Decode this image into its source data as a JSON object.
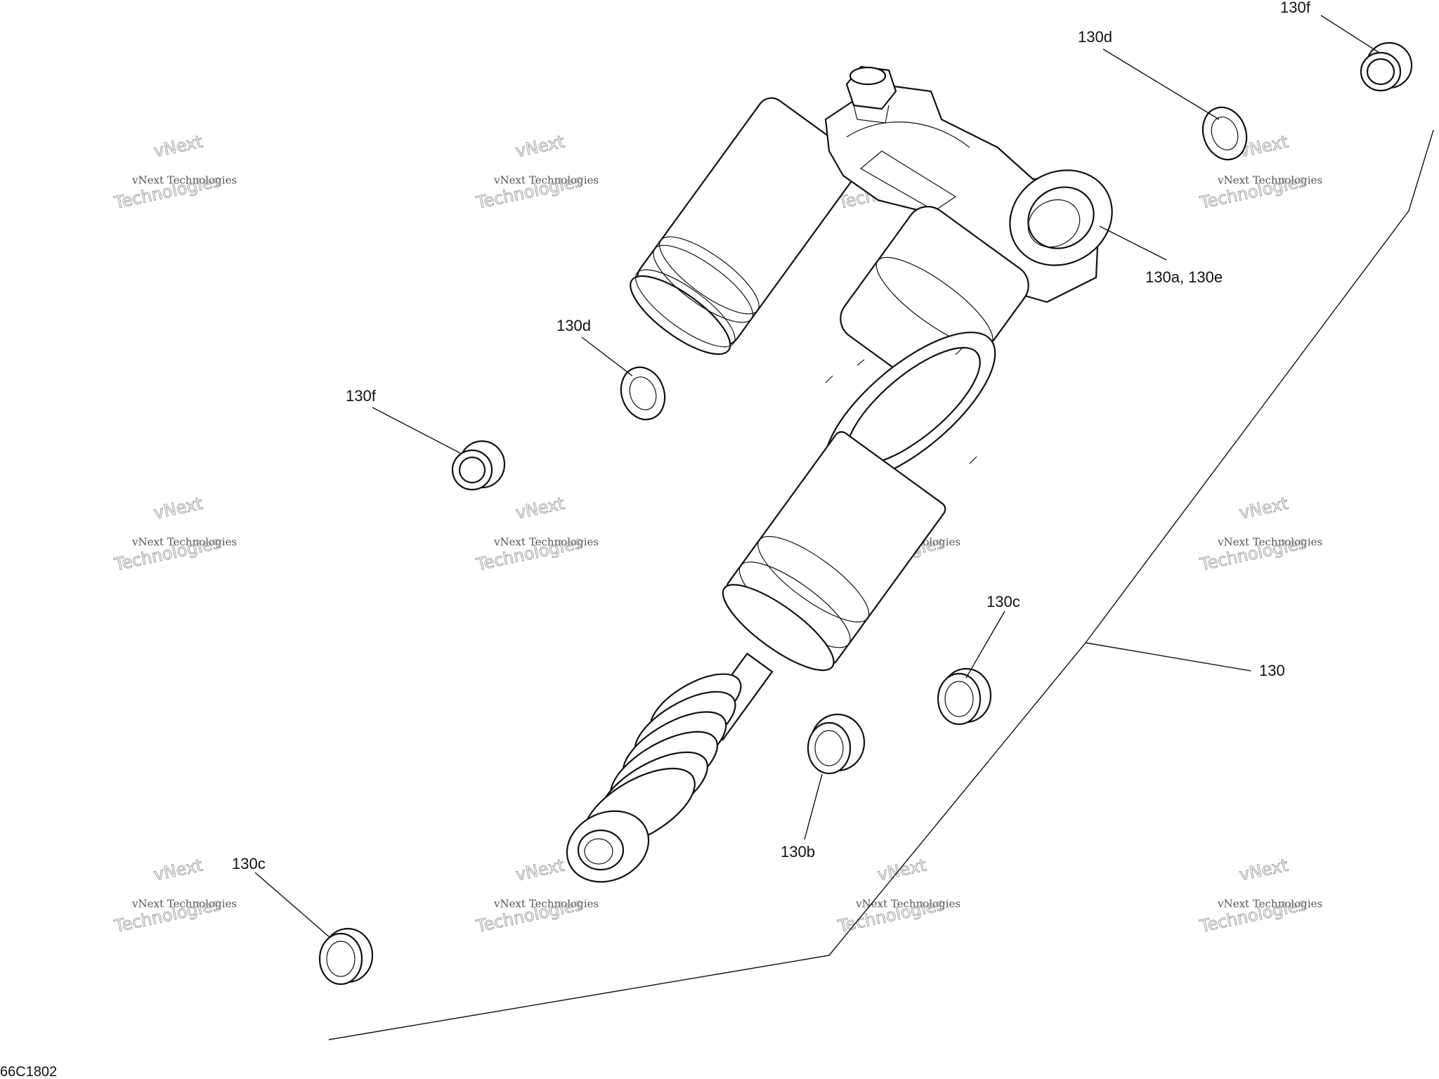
{
  "figure_code": "66C1802",
  "callouts": {
    "c130": "130",
    "c130a_e": "130a, 130e",
    "c130b": "130b",
    "c130c_top": "130c",
    "c130c_bottom": "130c",
    "c130d_top": "130d",
    "c130d_mid": "130d",
    "c130f_top": "130f",
    "c130f_mid": "130f"
  },
  "watermark": {
    "line1": "vNext",
    "line2": "vNext Technologies",
    "line3": "Technologies"
  },
  "parts": [
    "shock-absorber-assembly",
    "upper-eye-bushing",
    "lower-eye-bushing",
    "washer",
    "spacer",
    "collar"
  ]
}
